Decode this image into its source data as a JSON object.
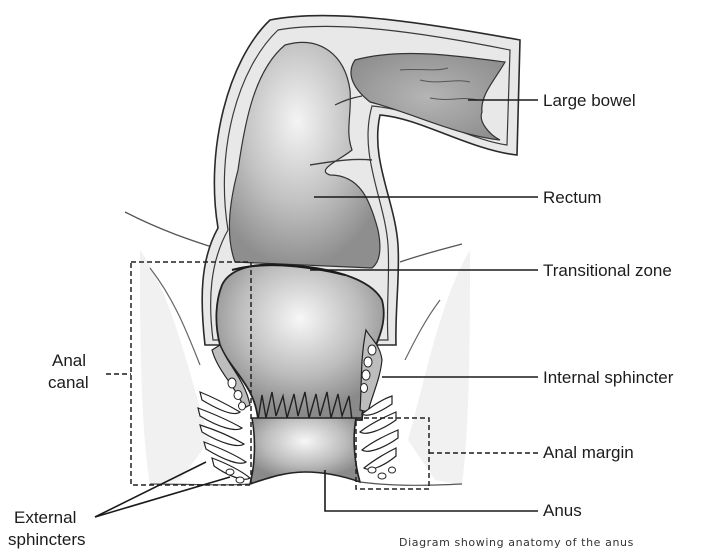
{
  "diagram": {
    "labels": {
      "large_bowel": "Large bowel",
      "rectum": "Rectum",
      "transitional_zone": "Transitional zone",
      "internal_sphincter": "Internal sphincter",
      "anal_margin": "Anal margin",
      "anus": "Anus",
      "anal_canal_line1": "Anal",
      "anal_canal_line2": "canal",
      "external_sphincters_line1": "External",
      "external_sphincters_line2": "sphincters"
    },
    "caption": "Diagram showing anatomy of the anus"
  },
  "colors": {
    "organ_light": "#e6e6e6",
    "organ_dark": "#9c9c9c",
    "outline": "#2a2a2a",
    "tissue": "#d9d9d9",
    "leader_line": "#1a1a1a"
  }
}
